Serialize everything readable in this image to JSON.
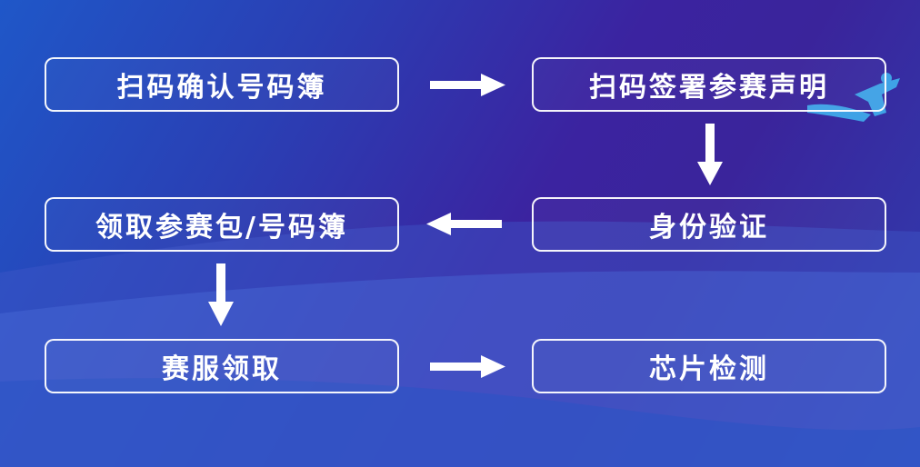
{
  "steps": {
    "step1": "扫码确认号码簿",
    "step2": "扫码签署参赛声明",
    "step3": "身份验证",
    "step4": "领取参赛包/号码簿",
    "step5": "赛服领取",
    "step6": "芯片检测"
  },
  "colors": {
    "accent": "#ffffff",
    "bg_blue": "#1f57c8",
    "bg_purple": "#3b23a0"
  },
  "icons": [
    "runner-logo-icon",
    "arrow-right-icon",
    "arrow-down-icon",
    "arrow-left-icon"
  ]
}
